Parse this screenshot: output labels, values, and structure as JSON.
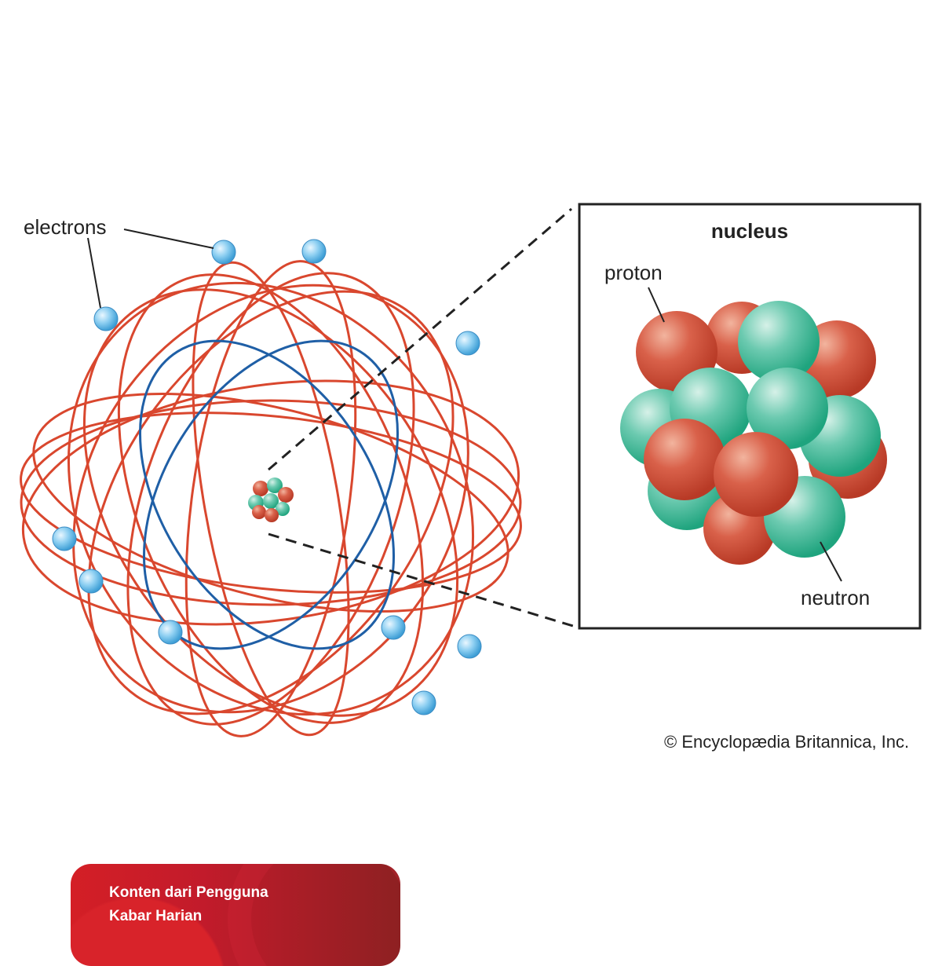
{
  "labels": {
    "electrons": "electrons",
    "nucleus": "nucleus",
    "proton": "proton",
    "neutron": "neutron"
  },
  "credit": "© Encyclopædia Britannica, Inc.",
  "banner": {
    "line1": "Konten dari Pengguna",
    "line2": "Kabar Harian"
  },
  "colors": {
    "outer_orbit": "#d9472e",
    "inner_orbit": "#1f5fa6",
    "proton": "#d9614a",
    "neutron": "#3fb89a",
    "electron": "#7cc4ec"
  }
}
